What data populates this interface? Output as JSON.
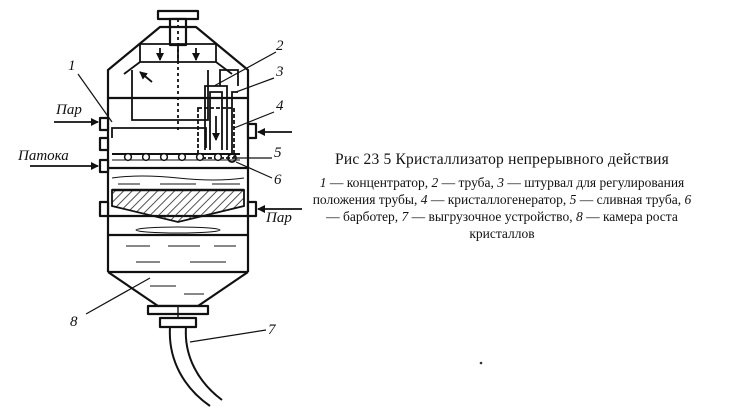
{
  "figure": {
    "callouts": [
      "1",
      "2",
      "3",
      "4",
      "5",
      "6",
      "7",
      "8"
    ],
    "streams": {
      "steam_top": "Пар",
      "molasses": "Патока",
      "steam_right": "Пар"
    }
  },
  "caption": {
    "title": "Рис 23 5 Кристаллизатор непрерывного действия",
    "legend": [
      {
        "num": "1",
        "text": "концентратор"
      },
      {
        "num": "2",
        "text": "труба"
      },
      {
        "num": "3",
        "text": "штурвал для регулирования положения трубы"
      },
      {
        "num": "4",
        "text": "кристаллогенератор"
      },
      {
        "num": "5",
        "text": "сливная труба"
      },
      {
        "num": "6",
        "text": "барботер"
      },
      {
        "num": "7",
        "text": "выгрузочное устройство"
      },
      {
        "num": "8",
        "text": "камера роста кристаллов"
      }
    ]
  }
}
